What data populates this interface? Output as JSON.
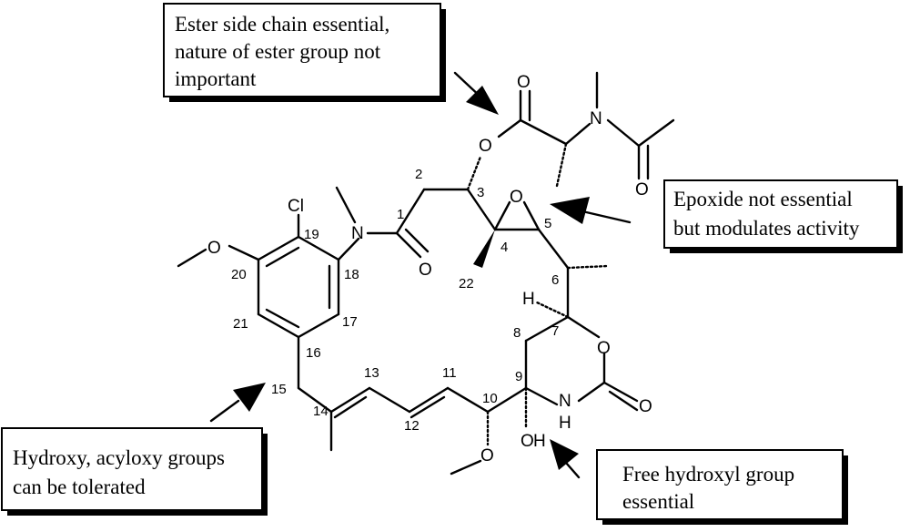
{
  "callouts": {
    "ester": [
      "Ester side chain essential,",
      "nature of ester group not",
      "important"
    ],
    "epoxide": [
      "Epoxide not essential",
      "but modulates activity"
    ],
    "hydroxy15": [
      "Hydroxy, acyloxy groups",
      "can be tolerated"
    ],
    "hydroxyl9": [
      "Free hydroxyl group",
      "essential"
    ]
  },
  "atoms": {
    "o_ester_carbonyl": "O",
    "n_side": "N",
    "o_acetyl": "O",
    "o_ester": "O",
    "o_epoxide": "O",
    "cl": "Cl",
    "n_amide": "N",
    "o_amide": "O",
    "o_methoxy20": "O",
    "h7": "H",
    "o_ring": "O",
    "o_carbamate": "O",
    "nh": "N",
    "h_nh": "H",
    "o_methoxy10": "O",
    "o_oh9": "O",
    "h_oh9": "H"
  },
  "numbers": {
    "n1": "1",
    "n2": "2",
    "n3": "3",
    "n4": "4",
    "n5": "5",
    "n6": "6",
    "n7": "7",
    "n8": "8",
    "n9": "9",
    "n10": "10",
    "n11": "11",
    "n12": "12",
    "n13": "13",
    "n14": "14",
    "n15": "15",
    "n16": "16",
    "n17": "17",
    "n18": "18",
    "n19": "19",
    "n20": "20",
    "n21": "21",
    "n22": "22"
  },
  "colors": {
    "ink": "#000000",
    "background": "#ffffff",
    "shadow": "#000000"
  }
}
